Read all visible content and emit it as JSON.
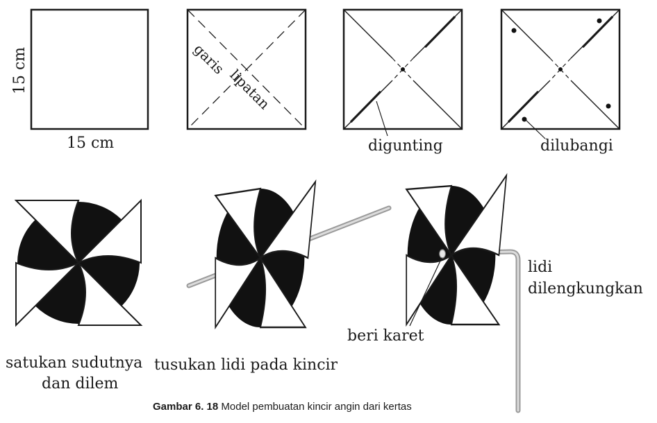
{
  "labels": {
    "side_vertical": "15 cm",
    "side_horizontal": "15 cm",
    "fold_word1": "garis",
    "fold_word2": "lipatan",
    "cut": "digunting",
    "holes": "dilubangi",
    "join_line1": "satukan sudutnya",
    "join_line2": "dan dilem",
    "pierce": "tusukan lidi pada kincir",
    "rubber": "beri karet",
    "bend_line1": "lidi",
    "bend_line2": "dilengkungkan"
  },
  "caption": {
    "label": "Gambar 6. 18",
    "text": " Model pembuatan kincir angin dari kertas"
  },
  "colors": {
    "stroke": "#1a1a1a",
    "ink": "#111111",
    "paper": "#ffffff",
    "stick": "#b8b8b8"
  }
}
